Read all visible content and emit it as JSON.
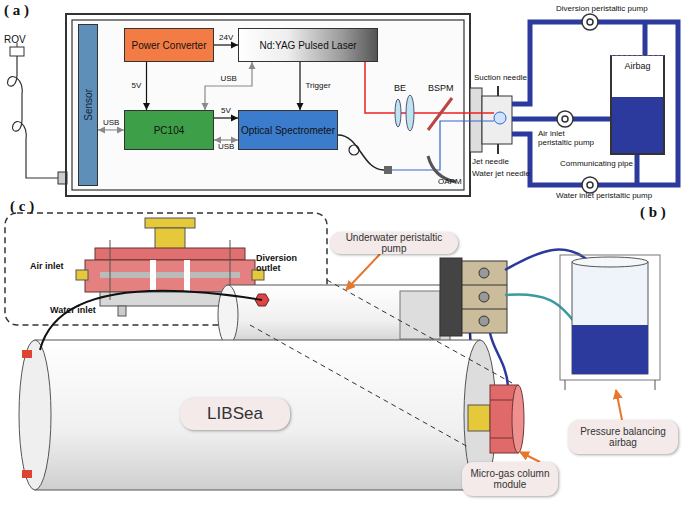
{
  "diagram": {
    "nodes": [
      {
        "text": [
          "Sensor"
        ]
      },
      {
        "text": [
          "Power Converter"
        ]
      },
      {
        "text": [
          "Nd:YAG Pulsed Laser"
        ]
      },
      {
        "text": [
          "PC104"
        ]
      },
      {
        "text": [
          "Optical Spectrometer"
        ]
      },
      {
        "text": [
          "Airbag"
        ]
      },
      {
        "text": [
          "Underwater peristaltic pump"
        ]
      },
      {
        "text": [
          "LIBSea"
        ]
      },
      {
        "text": [
          "Micro-gas column module"
        ]
      },
      {
        "text": [
          "Pressure balancing airbag"
        ]
      }
    ],
    "edges": [
      {
        "from": 1,
        "to": 2,
        "label": "24V",
        "arrow": "to"
      },
      {
        "from": 1,
        "to": 3,
        "label": "5V",
        "arrow": "to"
      },
      {
        "from": 3,
        "to": 4,
        "label": "5V",
        "arrow": "to"
      },
      {
        "from": 0,
        "to": 3,
        "label": "USB",
        "arrow": "both"
      },
      {
        "from": 3,
        "to": 2,
        "label": "USB",
        "arrow": "both"
      },
      {
        "from": 2,
        "to": 4,
        "label": "Trigger",
        "arrow": "to"
      },
      {
        "from": 3,
        "to": 4,
        "label": "USB",
        "arrow": "both"
      }
    ],
    "labels": [
      "( a )",
      "ROV",
      "BE",
      "BSPM",
      "OAPM",
      "Suction needle",
      "Jet needle",
      "Water jet needle",
      "Diversion peristaltic pump",
      "Air inlet peristaltic pump",
      "Communicating pipe",
      "Water inlet peristaltic pump",
      "( c )",
      "( b )",
      "Air inlet",
      "Diversion outlet",
      "Water inlet"
    ]
  }
}
